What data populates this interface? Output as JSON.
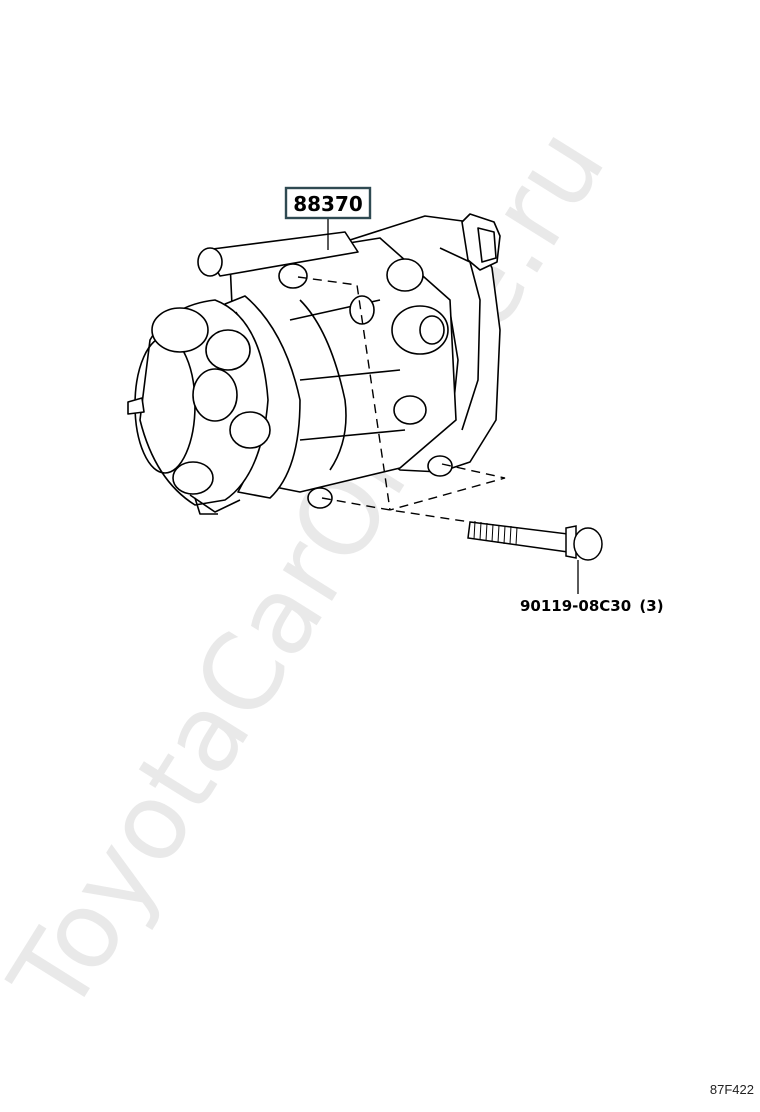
{
  "watermark": "ToyotaCarOnline.ru",
  "parts": {
    "compressor": {
      "number": "88370"
    },
    "bolt": {
      "number": "90119-08C30",
      "qty": "(3)"
    }
  },
  "figure_code": "87F422",
  "colors": {
    "line": "#000000",
    "watermark": "#d8d8d8"
  }
}
